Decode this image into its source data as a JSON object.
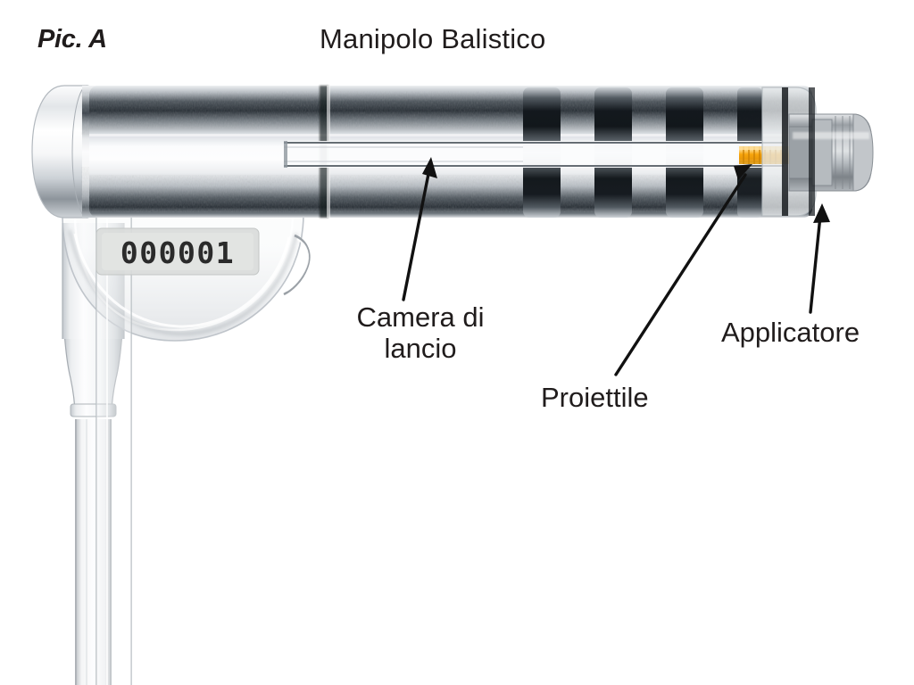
{
  "figure": {
    "label": "Pic. A",
    "title": "Manipolo Balistico",
    "background_color": "#ffffff",
    "text_color": "#201c1c"
  },
  "device": {
    "name": "ballistic handpiece",
    "counter_display": {
      "value": "000001",
      "digits": 6,
      "type": "lcd-7-segment",
      "bezel_color": "#d8dad8",
      "digit_color": "#2b2b2b"
    },
    "body": {
      "shell_color": "#f2f3f4",
      "metal_dark": "#1d2228",
      "metal_mid": "#8f969d",
      "metal_light": "#fdfdfe"
    },
    "projectile": {
      "color": "#f5a516",
      "highlight_color": "#ffd37a",
      "segments": 9
    },
    "applicator_tip": {
      "color": "#a9adb0",
      "shadow_color": "#74797d"
    },
    "grip_rings": 3,
    "hose": {
      "color": "#eceef0",
      "edge_color": "#b9bec3"
    }
  },
  "callouts": [
    {
      "id": "chamber",
      "label": "Camera di\nlancio",
      "target": "launch chamber inner tube"
    },
    {
      "id": "projectile",
      "label": "Proiettile",
      "target": "golden coil projectile"
    },
    {
      "id": "applicator",
      "label": "Applicatore",
      "target": "applicator tip"
    }
  ]
}
